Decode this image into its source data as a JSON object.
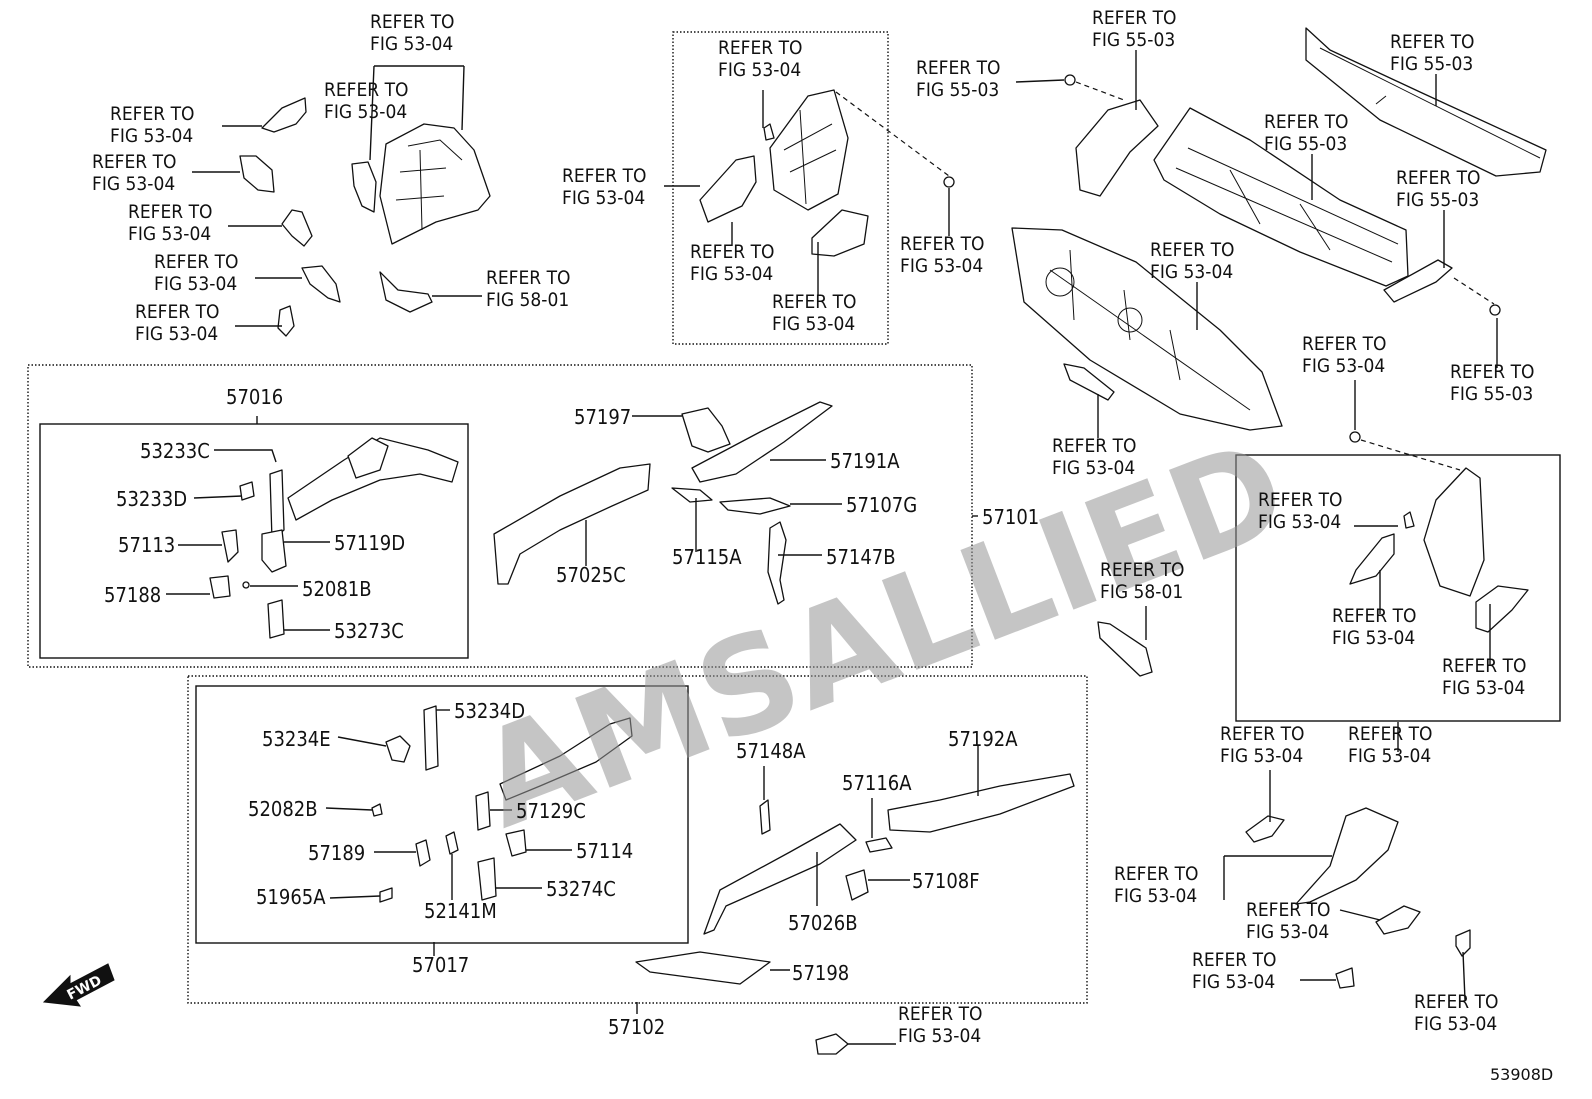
{
  "watermark": "AMSALLIED",
  "figure_code": "53908D",
  "fwd_label": "FWD",
  "refs": [
    {
      "l1": "REFER TO",
      "l2": "FIG 53-04"
    },
    {
      "l1": "REFER TO",
      "l2": "FIG 53-04"
    },
    {
      "l1": "REFER TO",
      "l2": "FIG 53-04"
    },
    {
      "l1": "REFER TO",
      "l2": "FIG 53-04"
    },
    {
      "l1": "REFER TO",
      "l2": "FIG 53-04"
    },
    {
      "l1": "REFER TO",
      "l2": "FIG 53-04"
    },
    {
      "l1": "REFER TO",
      "l2": "FIG 53-04"
    },
    {
      "l1": "REFER TO",
      "l2": "FIG 58-01"
    },
    {
      "l1": "REFER TO",
      "l2": "FIG 53-04"
    },
    {
      "l1": "REFER TO",
      "l2": "FIG 53-04"
    },
    {
      "l1": "REFER TO",
      "l2": "FIG 53-04"
    },
    {
      "l1": "REFER TO",
      "l2": "FIG 53-04"
    },
    {
      "l1": "REFER TO",
      "l2": "FIG 53-04"
    },
    {
      "l1": "REFER TO",
      "l2": "FIG 55-03"
    },
    {
      "l1": "REFER TO",
      "l2": "FIG 55-03"
    },
    {
      "l1": "REFER TO",
      "l2": "FIG 55-03"
    },
    {
      "l1": "REFER TO",
      "l2": "FIG 55-03"
    },
    {
      "l1": "REFER TO",
      "l2": "FIG 53-04"
    },
    {
      "l1": "REFER TO",
      "l2": "FIG 55-03"
    },
    {
      "l1": "REFER TO",
      "l2": "FIG 53-04"
    },
    {
      "l1": "REFER TO",
      "l2": "FIG 53-04"
    },
    {
      "l1": "REFER TO",
      "l2": "FIG 53-04"
    },
    {
      "l1": "REFER TO",
      "l2": "FIG 58-01"
    },
    {
      "l1": "REFER TO",
      "l2": "FIG 53-04"
    },
    {
      "l1": "REFER TO",
      "l2": "FIG 53-04"
    },
    {
      "l1": "REFER TO",
      "l2": "FIG 53-04"
    },
    {
      "l1": "REFER TO",
      "l2": "FIG 53-04"
    },
    {
      "l1": "REFER TO",
      "l2": "FIG 53-04"
    },
    {
      "l1": "REFER TO",
      "l2": "FIG 53-04"
    },
    {
      "l1": "REFER TO",
      "l2": "FIG 53-04"
    },
    {
      "l1": "REFER TO",
      "l2": "FIG 53-04"
    },
    {
      "l1": "REFER TO",
      "l2": "FIG 53-04"
    }
  ],
  "part_numbers": [
    "57016",
    "53233C",
    "53233D",
    "57113",
    "57119D",
    "57188",
    "52081B",
    "53273C",
    "57197",
    "57191A",
    "57107G",
    "57025C",
    "57115A",
    "57147B",
    "57101",
    "53234D",
    "53234E",
    "52082B",
    "57129C",
    "57189",
    "57114",
    "51965A",
    "52141M",
    "53274C",
    "57017",
    "57148A",
    "57192A",
    "57116A",
    "57108F",
    "57026B",
    "57198",
    "57102"
  ]
}
